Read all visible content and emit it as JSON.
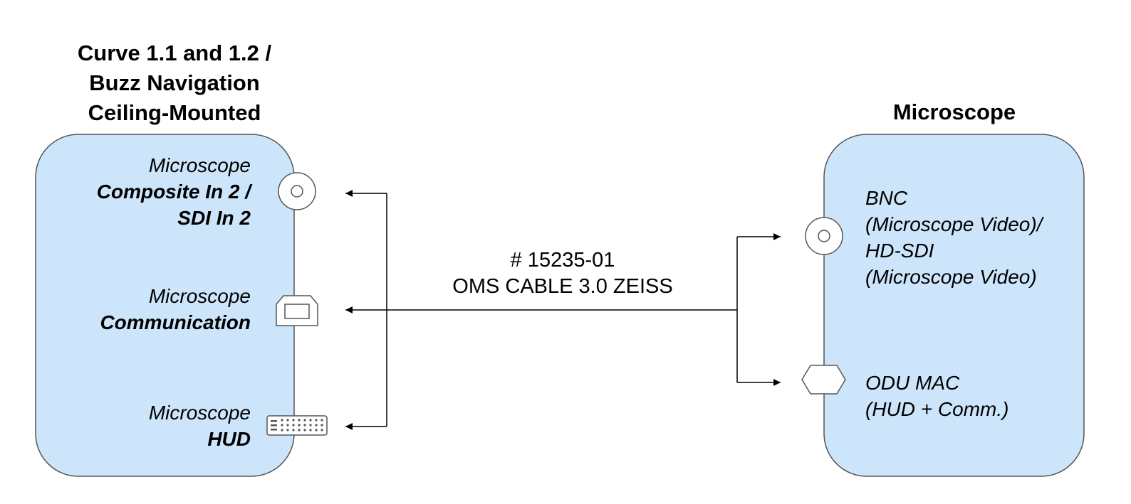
{
  "left_device": {
    "title_lines": [
      "Curve 1.1 and 1.2 /",
      "Buzz Navigation",
      "Ceiling-Mounted"
    ],
    "ports": [
      {
        "lines": [
          "Microscope",
          "Composite In 2 /",
          "SDI In 2"
        ],
        "icon": "bnc-connector-icon"
      },
      {
        "lines": [
          "Microscope",
          "Communication"
        ],
        "icon": "usb-b-connector-icon"
      },
      {
        "lines": [
          "Microscope",
          "HUD"
        ],
        "icon": "dvi-connector-icon"
      }
    ]
  },
  "right_device": {
    "title": "Microscope",
    "ports": [
      {
        "lines": [
          "BNC",
          "(Microscope Video)/",
          "HD-SDI",
          "(Microscope Video)"
        ],
        "icon": "bnc-connector-icon"
      },
      {
        "lines": [
          "ODU MAC",
          "(HUD + Comm.)"
        ],
        "icon": "odu-mac-connector-icon"
      }
    ]
  },
  "cable": {
    "part_number": "# 15235-01",
    "name": "OMS CABLE 3.0 ZEISS"
  },
  "colors": {
    "box_fill": "#cde5fb",
    "box_stroke": "#555555",
    "line": "#000000"
  }
}
